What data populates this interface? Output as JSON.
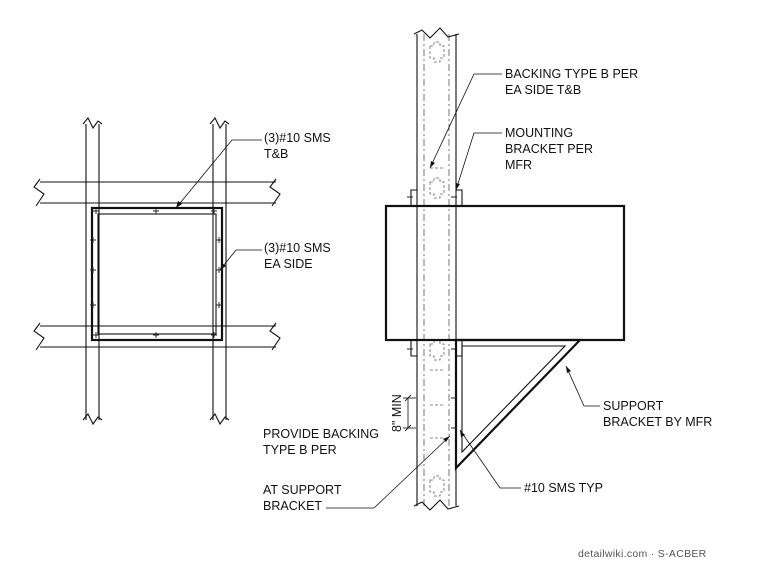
{
  "labels": {
    "sms_tb_1": "(3)#10 SMS",
    "sms_tb_2": "T&B",
    "sms_side_1": "(3)#10 SMS",
    "sms_side_2": "EA SIDE",
    "backing_b_1": "BACKING TYPE B PER",
    "backing_b_2": "EA SIDE T&B",
    "mount_1": "MOUNTING",
    "mount_2": "BRACKET PER",
    "mount_3": "MFR",
    "support_1": "SUPPORT",
    "support_2": "BRACKET BY MFR",
    "sms_typ": "#10 SMS TYP",
    "provide_1": "PROVIDE BACKING",
    "provide_2": "TYPE B PER",
    "at_support_1": "AT SUPPORT",
    "at_support_2": "BRACKET",
    "dim_min": "8\" MIN"
  },
  "watermark": "detailwiki.com · S-ACBER",
  "colors": {
    "line": "#111111",
    "hidden": "#555555",
    "text": "#111111",
    "background": "#ffffff"
  }
}
